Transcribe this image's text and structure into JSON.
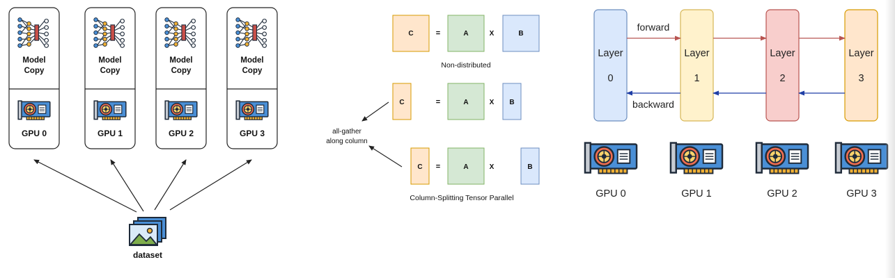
{
  "data_parallel": {
    "gpus": [
      {
        "model_label": [
          "Model",
          "Copy"
        ],
        "gpu_label": "GPU 0"
      },
      {
        "model_label": [
          "Model",
          "Copy"
        ],
        "gpu_label": "GPU 1"
      },
      {
        "model_label": [
          "Model",
          "Copy"
        ],
        "gpu_label": "GPU 2"
      },
      {
        "model_label": [
          "Model",
          "Copy"
        ],
        "gpu_label": "GPU 3"
      }
    ],
    "dataset_label": "dataset"
  },
  "tensor_parallel": {
    "non_distributed": {
      "c": "C",
      "eq": "=",
      "a": "A",
      "x": "X",
      "b": "B",
      "caption": "Non-distributed"
    },
    "split_rows": [
      {
        "c": "C",
        "eq": "=",
        "a": "A",
        "x": "X",
        "b": "B"
      },
      {
        "c": "C",
        "eq": "=",
        "a": "A",
        "x": "X",
        "b": "B"
      }
    ],
    "allgather_label": [
      "all-gather",
      "along column"
    ],
    "caption": "Column-Splitting Tensor Parallel"
  },
  "pipeline_parallel": {
    "layers": [
      {
        "word": "Layer",
        "num": "0",
        "fill": "#dae8fc",
        "stroke": "#6c8ebf"
      },
      {
        "word": "Layer",
        "num": "1",
        "fill": "#fff2cc",
        "stroke": "#d6b656"
      },
      {
        "word": "Layer",
        "num": "2",
        "fill": "#f8cecc",
        "stroke": "#b85450"
      },
      {
        "word": "Layer",
        "num": "3",
        "fill": "#ffe6cc",
        "stroke": "#d79b00"
      }
    ],
    "forward_label": "forward",
    "backward_label": "backward",
    "forward_color": "#b85450",
    "backward_color": "#1f3fa6",
    "gpus": [
      "GPU 0",
      "GPU 1",
      "GPU 2",
      "GPU 3"
    ]
  },
  "colors": {
    "matrix_c_fill": "#ffe6cc",
    "matrix_c_stroke": "#d79b00",
    "matrix_a_fill": "#d5e8d4",
    "matrix_a_stroke": "#82b366",
    "matrix_b_fill": "#dae8fc",
    "matrix_b_stroke": "#6c8ebf"
  }
}
